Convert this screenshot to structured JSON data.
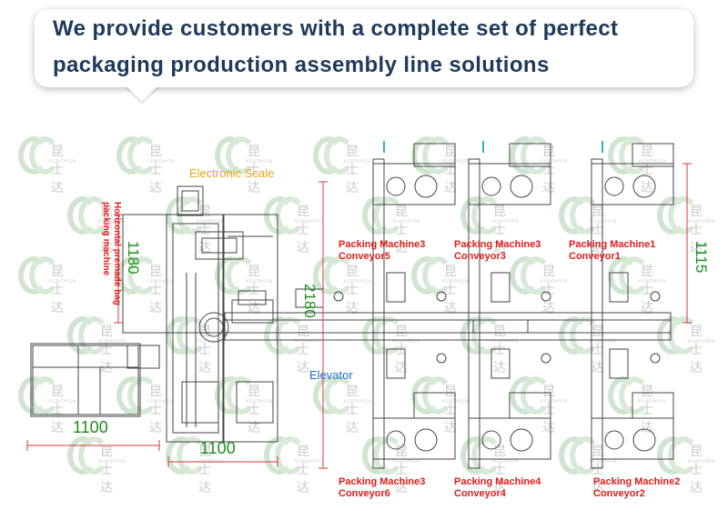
{
  "headline": {
    "line1": "We provide customers with a complete set of perfect",
    "line2": "packaging production assembly line solutions"
  },
  "watermark": {
    "text": "昆士达",
    "subtext": "KUNSHIDA"
  },
  "labels": {
    "electronic_scale": "Electronic Scale",
    "horizontal_machine": "Horizontal premade bag packing machine",
    "elevator": "Elevator",
    "top_row": [
      {
        "machine": "Packing Machine3",
        "conveyor": "Conveyor5"
      },
      {
        "machine": "Packing Machine3",
        "conveyor": "Conveyor3"
      },
      {
        "machine": "Packing Machine1",
        "conveyor": "Conveyor1"
      }
    ],
    "bottom_row": [
      {
        "machine": "Packing Machine3",
        "conveyor": "Conveyor6"
      },
      {
        "machine": "Packing Machine4",
        "conveyor": "Conveyor4"
      },
      {
        "machine": "Packing Machine2",
        "conveyor": "Conveyor2"
      }
    ]
  },
  "dimensions": {
    "d1180": "1180",
    "d2180": "2180",
    "d1115": "1115",
    "d1100_left": "1100",
    "d1100_bottom": "1100"
  },
  "colors": {
    "headline": "#1d3a5a",
    "machine_label": "#e11b1b",
    "dimension": "#1b8f1b",
    "electronic_scale": "#e6a817",
    "elevator": "#1e6fd0",
    "line": "#444444",
    "dim_line": "#d43a3a"
  }
}
